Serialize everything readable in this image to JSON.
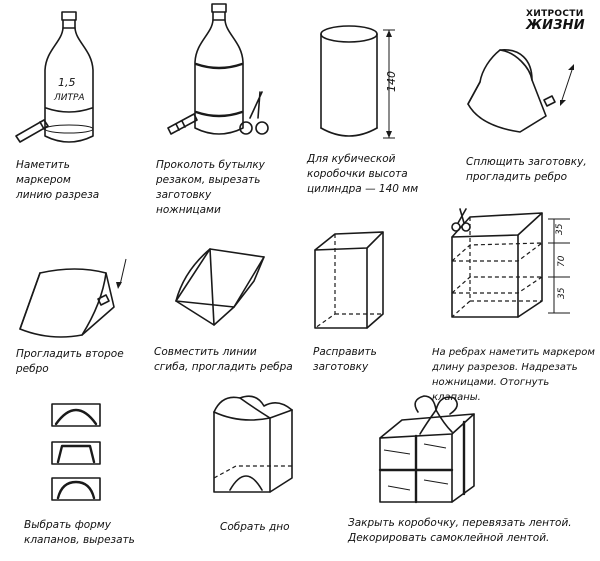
{
  "logo": {
    "line1": "ХИТРОСТИ",
    "line2": "ЖИЗНИ"
  },
  "steps": [
    {
      "caption": "Наметить\nмаркером\nлинию разреза",
      "label": "1,5\nлитра"
    },
    {
      "caption": "Проколоть бутылку\nрезаком, вырезать\nзаготовку\nножницами"
    },
    {
      "caption": "Для кубической\nкоробочки высота\nцилиндра — 140 мм",
      "dim": "140"
    },
    {
      "caption": "Сплющить заготовку,\nпрогладить ребро"
    },
    {
      "caption": "Прогладить второе\nребро"
    },
    {
      "caption": "Совместить линии\nсгиба, прогладить ребра"
    },
    {
      "caption": "Расправить\nзаготовку"
    },
    {
      "caption": "На ребрах наметить маркером\nдлину разрезов. Надрезать\nножницами. Отогнуть клапаны.",
      "dims": [
        "35",
        "70",
        "35"
      ]
    },
    {
      "caption": "Выбрать форму\nклапанов, вырезать"
    },
    {
      "caption": "Собрать дно"
    },
    {
      "caption": "Закрыть коробочку, перевязать лентой.\nДекорировать самоклейной лентой."
    }
  ]
}
